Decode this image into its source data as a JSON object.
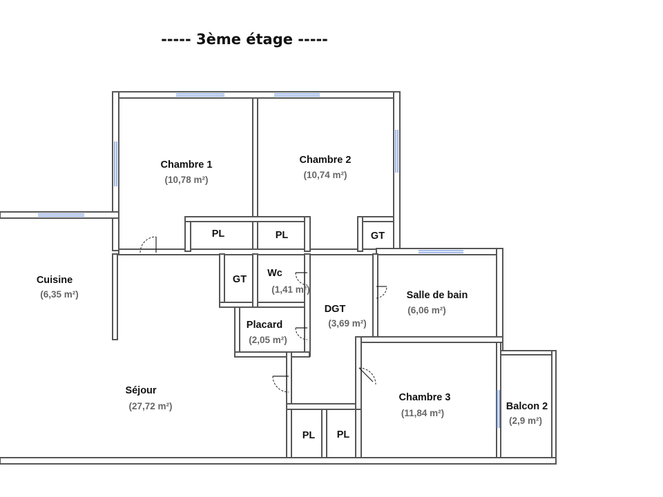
{
  "title": "-----  3ème étage  -----",
  "rooms": {
    "chambre1": {
      "name": "Chambre 1",
      "area": "(10,78 m²)"
    },
    "chambre2": {
      "name": "Chambre 2",
      "area": "(10,74 m²)"
    },
    "cuisine": {
      "name": "Cuisine",
      "area": "(6,35 m²)"
    },
    "wc": {
      "name": "Wc",
      "area": "(1,41 m²)"
    },
    "dgt": {
      "name": "DGT",
      "area": "(3,69 m²)"
    },
    "sdb": {
      "name": "Salle de bain",
      "area": "(6,06 m²)"
    },
    "placard": {
      "name": "Placard",
      "area": "(2,05 m²)"
    },
    "sejour": {
      "name": "Séjour",
      "area": "(27,72 m²)"
    },
    "chambre3": {
      "name": "Chambre 3",
      "area": "(11,84 m²)"
    },
    "balcon2": {
      "name": "Balcon 2",
      "area": "(2,9 m²)"
    }
  },
  "closets": {
    "pl1": "PL",
    "pl2": "PL",
    "gt1": "GT",
    "gt2": "GT",
    "pl3": "PL",
    "pl4": "PL"
  }
}
